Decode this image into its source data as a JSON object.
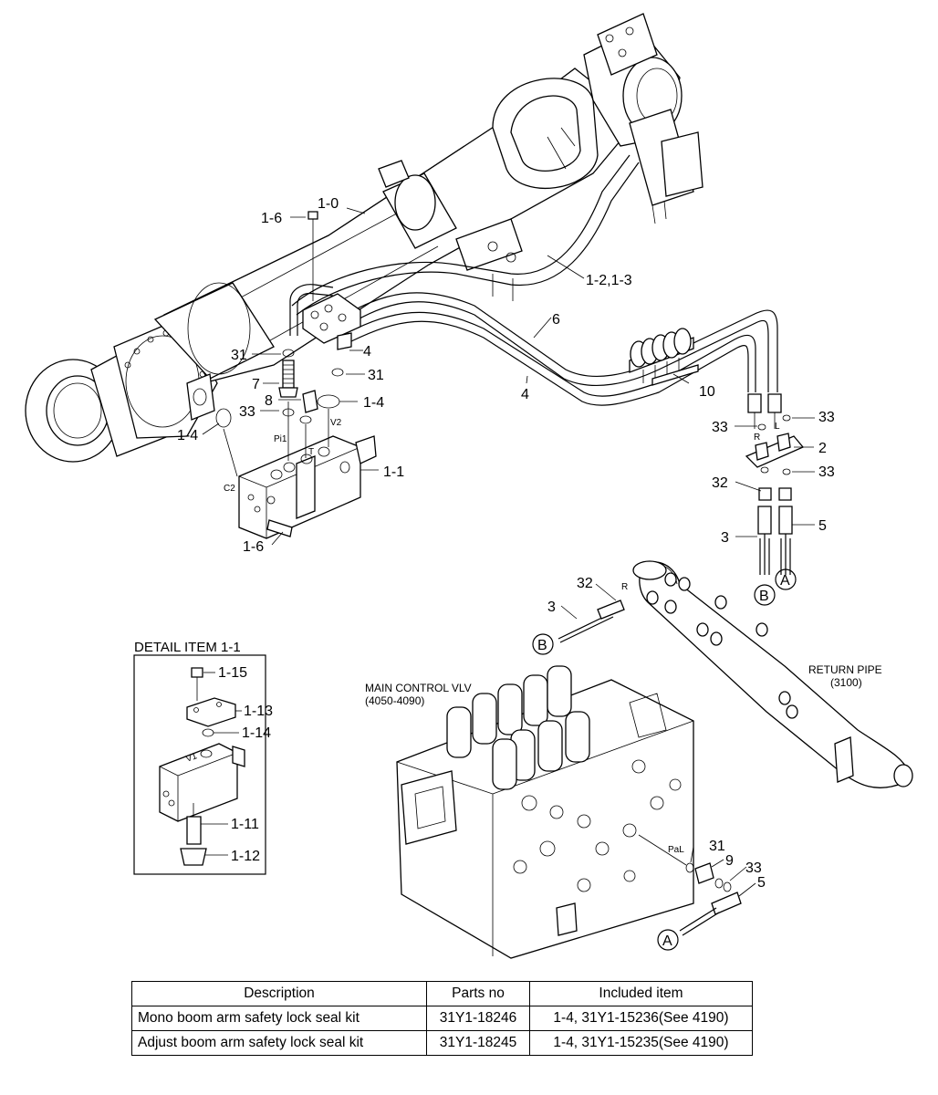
{
  "callouts": {
    "c_1_0": "1-0",
    "c_1_6_top": "1-6",
    "c_1_2_3": "1-2,1-3",
    "c_6": "6",
    "c_4a": "4",
    "c_4b": "4",
    "c_31a": "31",
    "c_31b": "31",
    "c_7": "7",
    "c_8": "8",
    "c_1_4a": "1-4",
    "c_1_4b": "1-4",
    "c_33a": "33",
    "c_1_1": "1-1",
    "c_1_6_bot": "1-6",
    "c_10": "10",
    "c_33b": "33",
    "c_33c": "33",
    "c_33d": "33",
    "c_2": "2",
    "c_32a": "32",
    "c_3a": "3",
    "c_5a": "5",
    "c_32b": "32",
    "c_3b": "3",
    "c_31c": "31",
    "c_9": "9",
    "c_33e": "33",
    "c_5b": "5",
    "d_1_15": "1-15",
    "d_1_13": "1-13",
    "d_1_14": "1-14",
    "d_1_11": "1-11",
    "d_1_12": "1-12"
  },
  "ports": {
    "v2": "V2",
    "pi1": "Pi1",
    "t": "T",
    "c2": "C2",
    "r1": "R",
    "l1": "L",
    "r2": "R",
    "pal": "PaL",
    "v1": "V1"
  },
  "connectors": {
    "a_top": "A",
    "b_top": "B",
    "b_mid": "B",
    "a_bot": "A"
  },
  "labels": {
    "detail_title": "DETAIL ITEM 1-1",
    "main_valve_1": "MAIN CONTROL VLV",
    "main_valve_2": "(4050-4090)",
    "return_pipe_1": "RETURN PIPE",
    "return_pipe_2": "(3100)"
  },
  "table": {
    "headers": [
      "Description",
      "Parts no",
      "Included item"
    ],
    "rows": [
      [
        "Mono boom arm safety lock seal kit",
        "31Y1-18246",
        "1-4, 31Y1-15236(See 4190)"
      ],
      [
        "Adjust boom arm safety lock seal kit",
        "31Y1-18245",
        "1-4, 31Y1-15235(See 4190)"
      ]
    ]
  }
}
